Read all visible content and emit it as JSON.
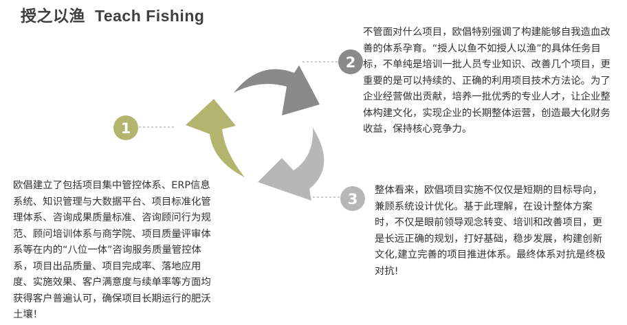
{
  "title": {
    "zh": "授之以渔",
    "en": "Teach Fishing"
  },
  "colors": {
    "arrow_1": "#b3b46e",
    "arrow_2": "#8a8a8a",
    "arrow_3": "#b7b7b7",
    "badge_1": "#b3b46e",
    "badge_2": "#8a8a8a",
    "badge_3": "#b7b7b7",
    "leader_line": "#999999",
    "text": "#333333"
  },
  "steps": [
    {
      "number": "1",
      "text": "欧倡建立了包括项目集中管控体系、ERP信息系统、知识管理与大数据平台、项目标准化管理体系、咨询成果质量标准、咨询顾问行为规范、顾问培训体系与商学院、项目质量评审体系等在内的“八位一体”咨询服务质量管控体系，项目出品质量、项目完成率、落地应用度、实施效果、客户满意度与续单率等方面均获得客户普遍认可，确保项目长期运行的肥沃土壤！"
    },
    {
      "number": "2",
      "text": "不管面对什么项目，欧倡特别强调了构建能够自我造血改善的体系孕育。“授人以鱼不如授人以渔”的具体任务目标，不单纯是培训一批人员专业知识、改善几个项目，更重要的是可以持续的、正确的利用项目技术方法论。为了企业经营做出贡献，培养一批优秀的专业人才，让企业整体构建文化，实现企业的长期整体运营，创造最大化财务收益，保持核心竞争力。"
    },
    {
      "number": "3",
      "text": "整体看来，欧倡项目实施不仅仅是短期的目标导向，兼顾系统设计优化。基于此理解，在设计整体方案时，不仅是眼前领导观念转变、培训和改善项目，更是长远正确的规划，打好基础，稳步发展，构建创新文化,建立完善的项目推进体系。最终体系对抗是终极对抗!"
    }
  ]
}
